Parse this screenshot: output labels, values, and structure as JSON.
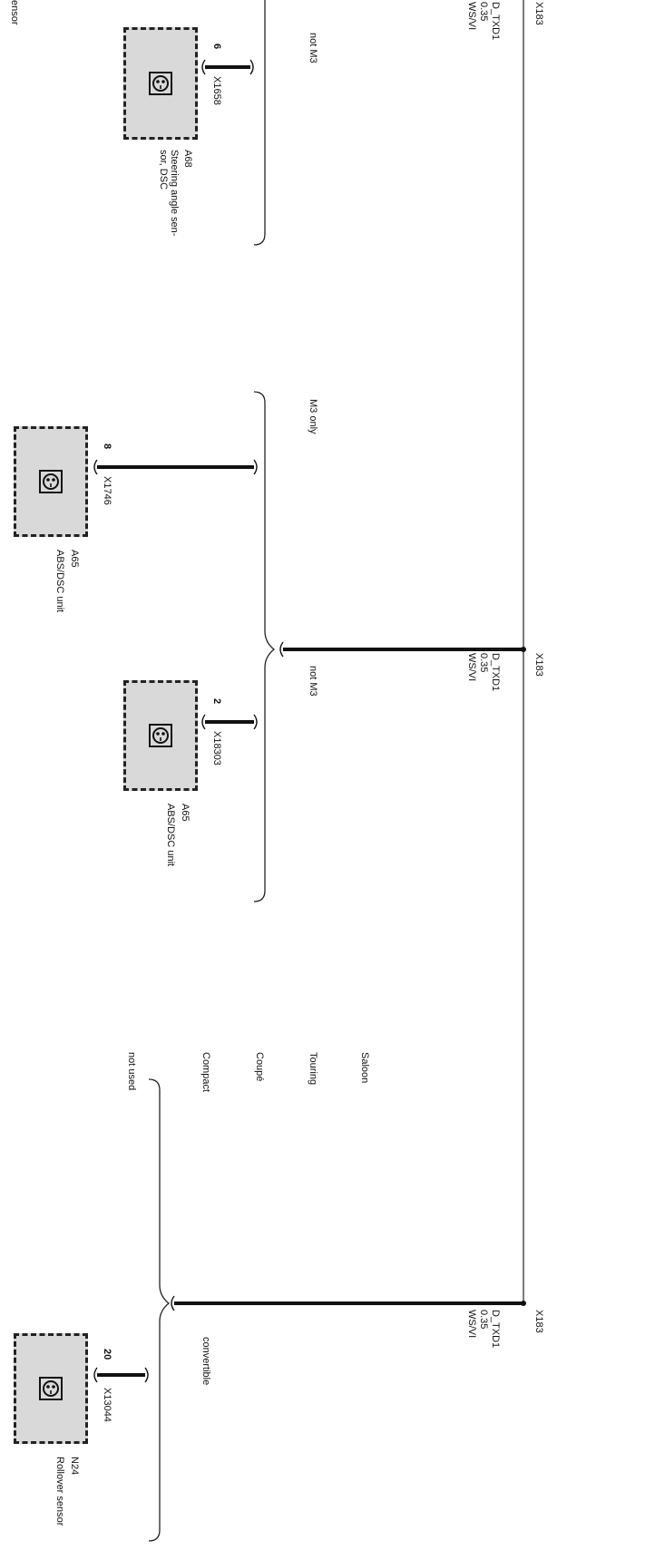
{
  "top_left_fragment": "ensor",
  "bus": {
    "top": {
      "connector": "X183",
      "signal": "D_TXD1",
      "size": "0.35",
      "color": "WS/VI"
    },
    "middle": {
      "connector": "X183",
      "signal": "D_TXD1",
      "size": "0.35",
      "color": "WS/VI"
    },
    "bottom": {
      "connector": "X183",
      "signal": "D_TXD1",
      "size": "0.35",
      "color": "WS/VI"
    }
  },
  "variants": {
    "not_m3_top": "not M3",
    "m3_only": "M3 only",
    "not_m3_mid": "not M3",
    "saloon": "Saloon",
    "touring": "Touring",
    "coupe": "Coupé",
    "compact": "Compact",
    "not_used": "not used",
    "convertible": "convertible"
  },
  "components": [
    {
      "pin": "6",
      "connector": "X1658",
      "id": "A68",
      "name": "Steering angle sen-\nsor, DSC"
    },
    {
      "pin": "8",
      "connector": "X1746",
      "id": "A65",
      "name": "ABS/DSC unit"
    },
    {
      "pin": "2",
      "connector": "X18303",
      "id": "A65",
      "name": "ABS/DSC unit"
    },
    {
      "pin": "20",
      "connector": "X13044",
      "id": "N24",
      "name": "Rollover sensor"
    }
  ],
  "icons": {
    "module": "module-plug-icon",
    "brace": "brace-icon",
    "junction": "junction-dot-icon"
  }
}
